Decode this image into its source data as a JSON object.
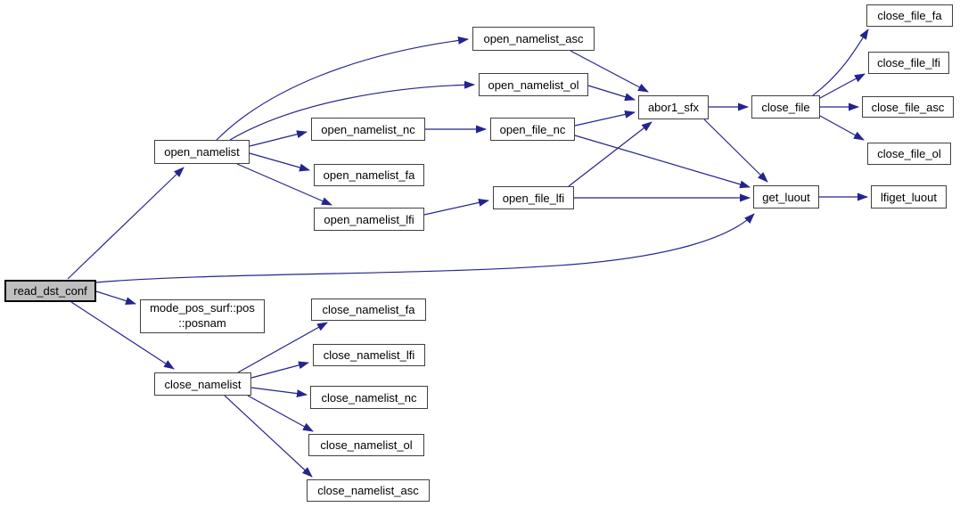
{
  "diagram": {
    "kind": "doxygen-call-graph",
    "colors": {
      "background": "#ffffff",
      "node_fill": "#ffffff",
      "node_border": "#404040",
      "highlight_fill": "#bfbfbf",
      "highlight_border": "#000000",
      "edge": "#24248f",
      "text": "#000000"
    }
  },
  "nodes": {
    "read_dst_conf": {
      "label": "read_dst_conf",
      "highlighted": true
    },
    "open_namelist": {
      "label": "open_namelist"
    },
    "open_namelist_asc": {
      "label": "open_namelist_asc"
    },
    "open_namelist_ol": {
      "label": "open_namelist_ol"
    },
    "open_namelist_nc": {
      "label": "open_namelist_nc"
    },
    "open_namelist_fa": {
      "label": "open_namelist_fa"
    },
    "open_namelist_lfi": {
      "label": "open_namelist_lfi"
    },
    "open_file_nc": {
      "label": "open_file_nc"
    },
    "open_file_lfi": {
      "label": "open_file_lfi"
    },
    "abor1_sfx": {
      "label": "abor1_sfx"
    },
    "close_file": {
      "label": "close_file"
    },
    "close_file_fa": {
      "label": "close_file_fa"
    },
    "close_file_lfi": {
      "label": "close_file_lfi"
    },
    "close_file_asc": {
      "label": "close_file_asc"
    },
    "close_file_ol": {
      "label": "close_file_ol"
    },
    "get_luout": {
      "label": "get_luout"
    },
    "lfiget_luout": {
      "label": "lfiget_luout"
    },
    "posnam": {
      "label_line1": "mode_pos_surf::pos",
      "label_line2": "::posnam"
    },
    "close_namelist": {
      "label": "close_namelist"
    },
    "close_namelist_fa": {
      "label": "close_namelist_fa"
    },
    "close_namelist_lfi": {
      "label": "close_namelist_lfi"
    },
    "close_namelist_nc": {
      "label": "close_namelist_nc"
    },
    "close_namelist_ol": {
      "label": "close_namelist_ol"
    },
    "close_namelist_asc": {
      "label": "close_namelist_asc"
    }
  },
  "edges": [
    {
      "from": "read_dst_conf",
      "to": "open_namelist"
    },
    {
      "from": "read_dst_conf",
      "to": "get_luout"
    },
    {
      "from": "read_dst_conf",
      "to": "posnam"
    },
    {
      "from": "read_dst_conf",
      "to": "close_namelist"
    },
    {
      "from": "open_namelist",
      "to": "open_namelist_asc"
    },
    {
      "from": "open_namelist",
      "to": "open_namelist_ol"
    },
    {
      "from": "open_namelist",
      "to": "open_namelist_nc"
    },
    {
      "from": "open_namelist",
      "to": "open_namelist_fa"
    },
    {
      "from": "open_namelist",
      "to": "open_namelist_lfi"
    },
    {
      "from": "open_namelist_nc",
      "to": "open_file_nc"
    },
    {
      "from": "open_namelist_lfi",
      "to": "open_file_lfi"
    },
    {
      "from": "open_namelist_asc",
      "to": "abor1_sfx"
    },
    {
      "from": "open_namelist_ol",
      "to": "abor1_sfx"
    },
    {
      "from": "open_file_nc",
      "to": "abor1_sfx"
    },
    {
      "from": "open_file_lfi",
      "to": "abor1_sfx"
    },
    {
      "from": "open_file_nc",
      "to": "get_luout"
    },
    {
      "from": "open_file_lfi",
      "to": "get_luout"
    },
    {
      "from": "abor1_sfx",
      "to": "close_file"
    },
    {
      "from": "abor1_sfx",
      "to": "get_luout"
    },
    {
      "from": "close_file",
      "to": "close_file_fa"
    },
    {
      "from": "close_file",
      "to": "close_file_lfi"
    },
    {
      "from": "close_file",
      "to": "close_file_asc"
    },
    {
      "from": "close_file",
      "to": "close_file_ol"
    },
    {
      "from": "get_luout",
      "to": "lfiget_luout"
    },
    {
      "from": "close_namelist",
      "to": "close_namelist_fa"
    },
    {
      "from": "close_namelist",
      "to": "close_namelist_lfi"
    },
    {
      "from": "close_namelist",
      "to": "close_namelist_nc"
    },
    {
      "from": "close_namelist",
      "to": "close_namelist_ol"
    },
    {
      "from": "close_namelist",
      "to": "close_namelist_asc"
    }
  ]
}
